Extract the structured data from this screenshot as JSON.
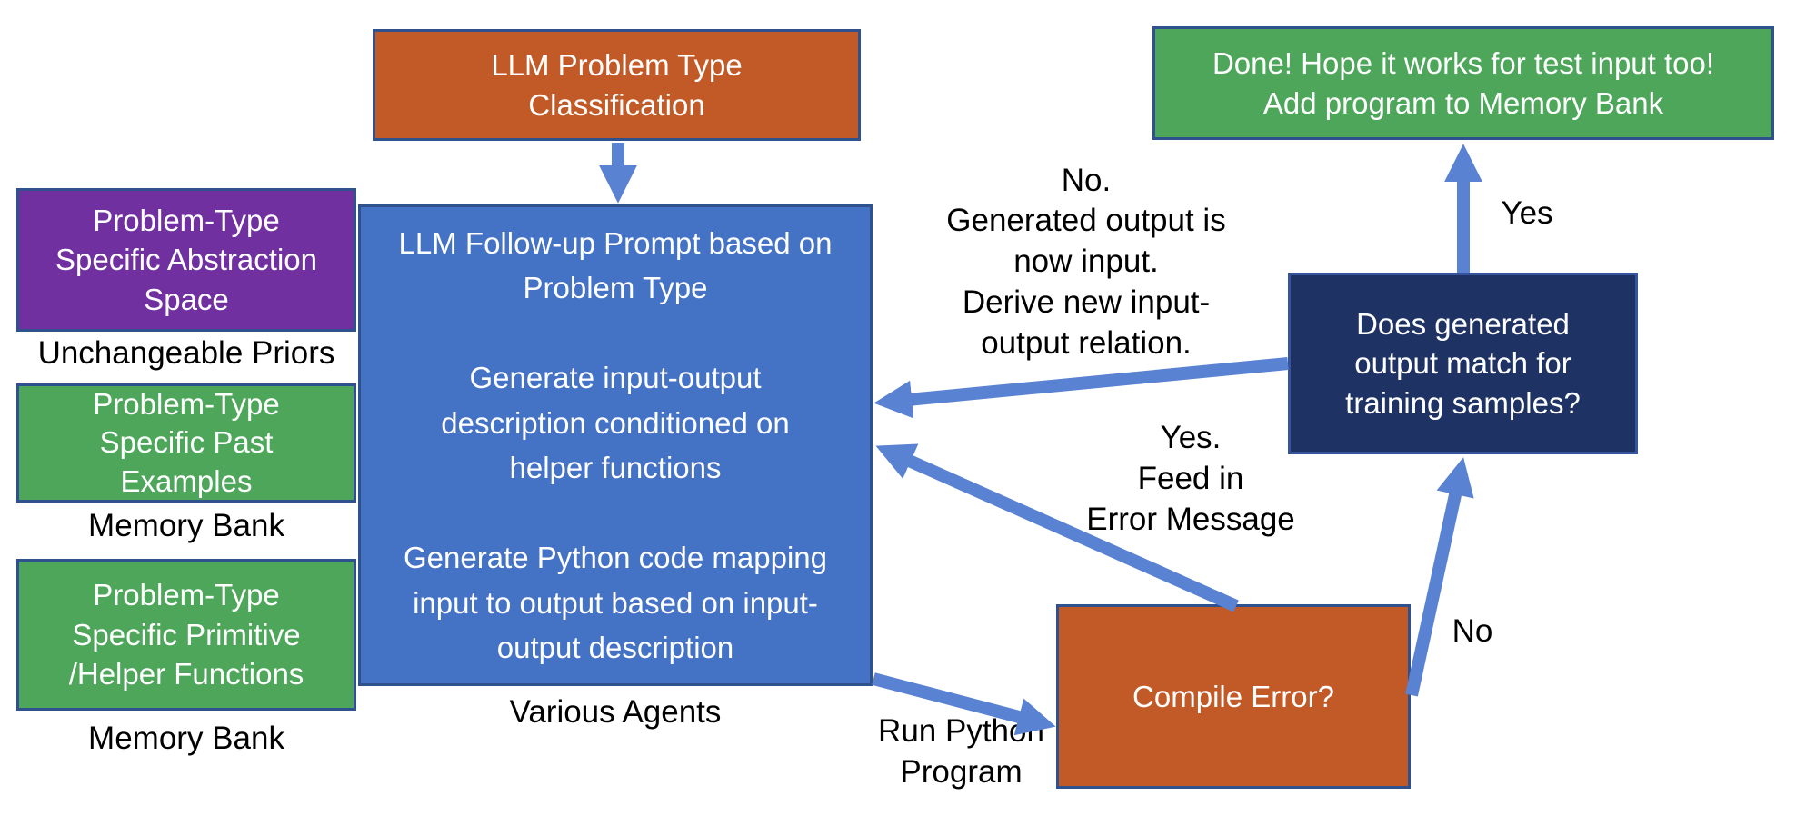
{
  "colors": {
    "orange": "#C15A27",
    "blue": "#4472C4",
    "purple": "#7030A0",
    "green": "#4DA65A",
    "navy": "#1E3264",
    "arrow": "#5A82D2",
    "border": "#2F528F"
  },
  "boxes": {
    "classification": {
      "label": "LLM Problem Type\nClassification"
    },
    "abstraction_space": {
      "label": "Problem-Type\nSpecific Abstraction\nSpace"
    },
    "past_examples": {
      "label": "Problem-Type\nSpecific Past\nExamples"
    },
    "helper_functions": {
      "label": "Problem-Type\nSpecific Primitive\n/Helper Functions"
    },
    "followup_prompt": {
      "label": "LLM Follow-up Prompt based on\nProblem Type\n\nGenerate input-output\ndescription conditioned on\nhelper functions\n\nGenerate Python code mapping\ninput to output based on input-\noutput description"
    },
    "compile_error": {
      "label": "Compile Error?"
    },
    "output_match": {
      "label": "Does generated\noutput match for\ntraining samples?"
    },
    "done": {
      "label": "Done! Hope it works for test input too!\nAdd program to Memory Bank"
    }
  },
  "captions": {
    "unchangeable_priors": "Unchangeable Priors",
    "memory_bank_examples": "Memory Bank",
    "memory_bank_functions": "Memory Bank",
    "various_agents": "Various Agents"
  },
  "edge_labels": {
    "no_regenerate": "No.\nGenerated output is\nnow input.\nDerive new input-\noutput relation.",
    "yes_feed_error": "Yes.\nFeed in\nError Message",
    "run_python": "Run Python\nProgram",
    "yes": "Yes",
    "no": "No"
  }
}
